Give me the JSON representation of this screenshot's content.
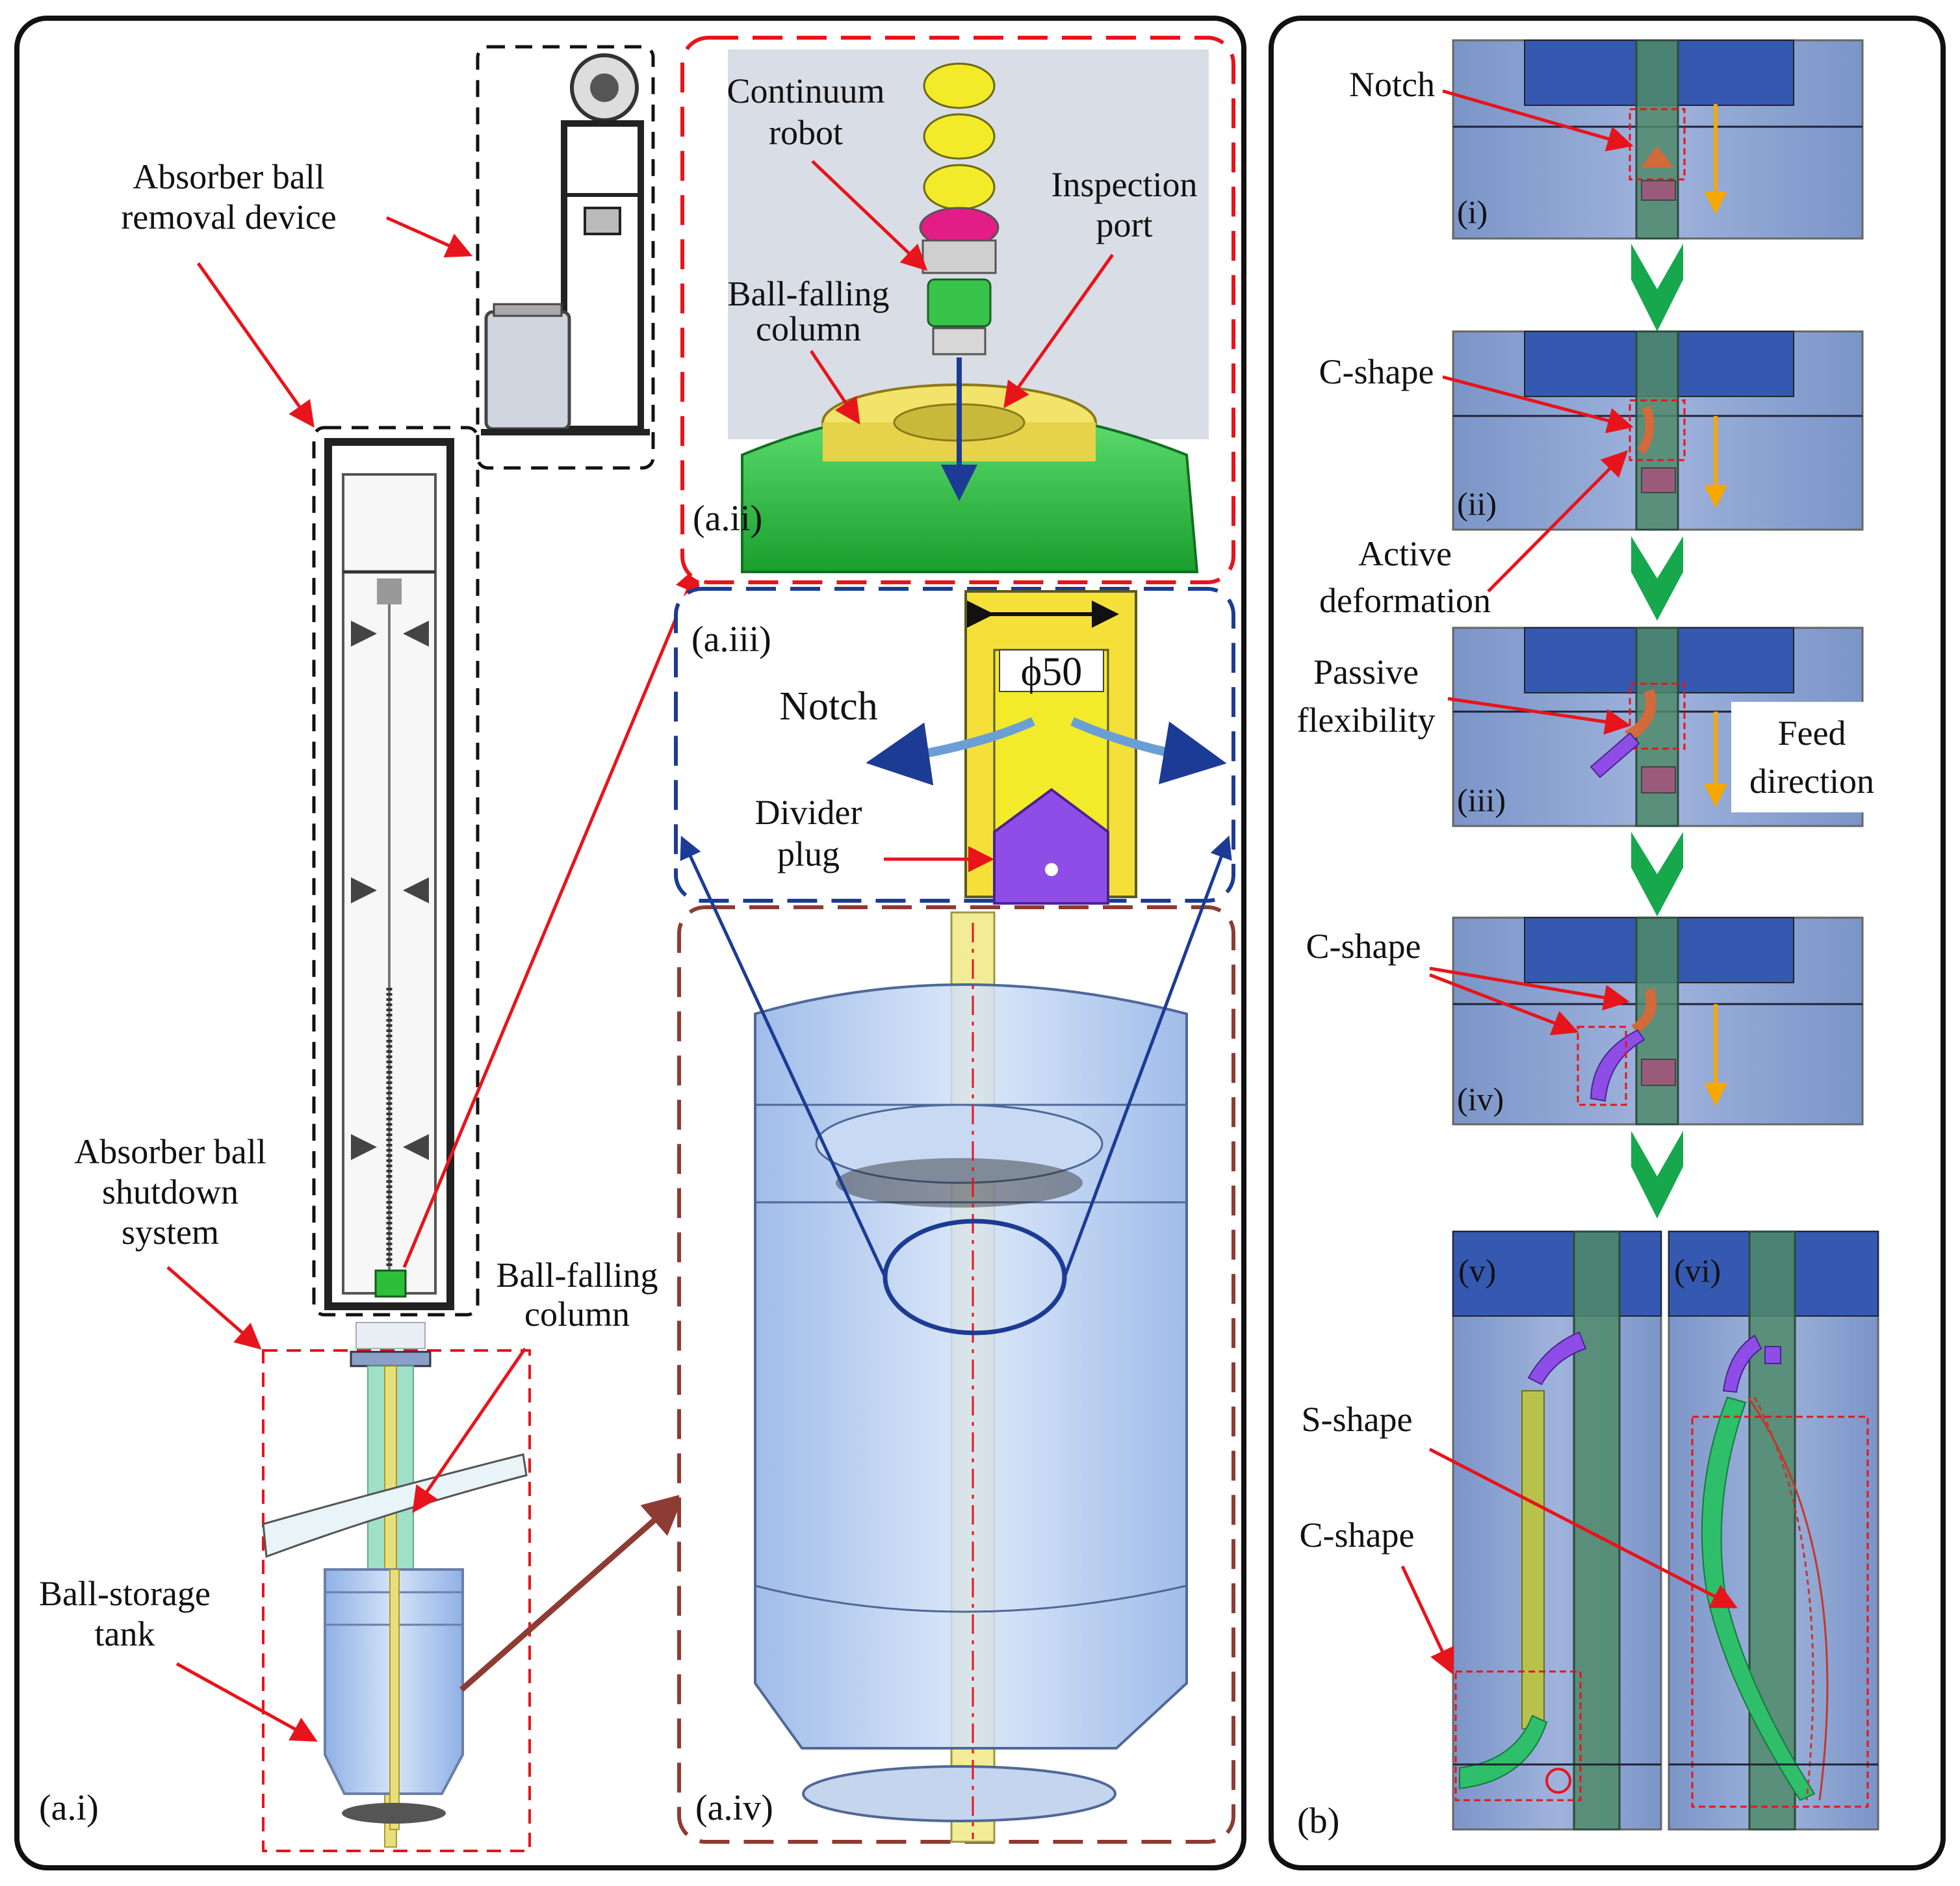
{
  "colors": {
    "arrow_red": "#e8141b",
    "robot_yellow": "#f3ea2a",
    "column_green": "#22c33a",
    "dark_blue": "#1c3b94",
    "plug_purple": "#8f4de8",
    "feed_orange": "#f5a800",
    "tank_blue": "#b7cdf0",
    "s_shape_green": "#2fbf6a",
    "panel_bg_blue": "#7f99cc"
  },
  "panel_a": {
    "label_removal_device": [
      "Absorber ball",
      "removal device"
    ],
    "label_shutdown_system": [
      "Absorber ball",
      "shutdown",
      "system"
    ],
    "label_ball_falling_column": [
      "Ball-falling",
      "column"
    ],
    "label_storage_tank": [
      "Ball-storage",
      "tank"
    ],
    "tag_ai": "(a.i)",
    "tag_aii": "(a.ii)",
    "tag_aiii": "(a.iii)",
    "tag_aiv": "(a.iv)",
    "aii": {
      "label_continuum_robot": [
        "Continuum",
        "robot"
      ],
      "label_inspection_port": [
        "Inspection",
        "port"
      ],
      "label_ball_falling_column": [
        "Ball-falling",
        "column"
      ]
    },
    "aiii": {
      "label_notch": "Notch",
      "label_diameter": "ϕ50",
      "label_divider_plug": [
        "Divider",
        "plug"
      ]
    }
  },
  "panel_b": {
    "tag_b": "(b)",
    "steps": [
      {
        "tag": "(i)",
        "label": "Notch"
      },
      {
        "tag": "(ii)",
        "label": "C-shape",
        "extra": [
          "Active",
          "deformation"
        ]
      },
      {
        "tag": "(iii)",
        "label": [
          "Passive",
          "flexibility"
        ],
        "extra": [
          "Feed",
          "direction"
        ]
      },
      {
        "tag": "(iv)",
        "label": "C-shape"
      }
    ],
    "tag_v": "(v)",
    "tag_vi": "(vi)",
    "label_s_shape": "S-shape",
    "label_c_shape": "C-shape"
  }
}
